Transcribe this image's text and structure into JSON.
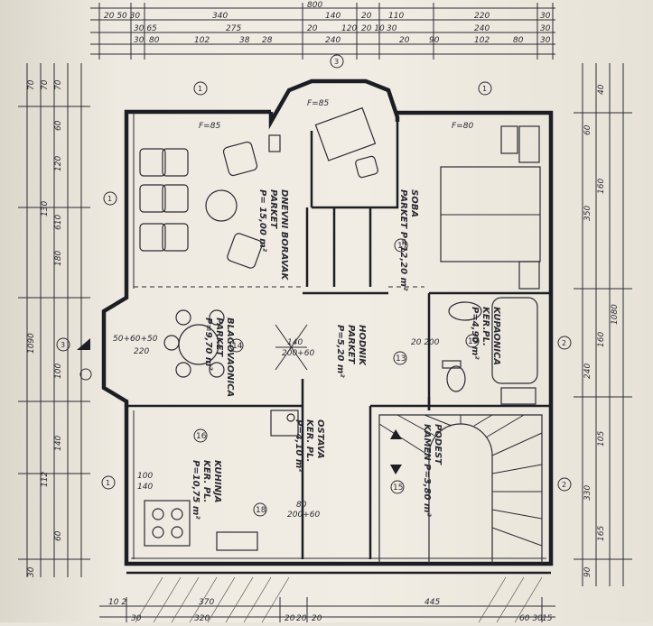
{
  "dims": {
    "top": [
      "800",
      "20 50 30",
      "340",
      "140",
      "20",
      "110",
      "220",
      "30",
      "30 65",
      "275",
      "20",
      "120",
      "20 10",
      "30",
      "240",
      "30",
      "30",
      "80",
      "102",
      "38",
      "28",
      "240",
      "20",
      "90",
      "102",
      "80",
      "30"
    ],
    "left": [
      "70",
      "70",
      "70",
      "60",
      "120",
      "130",
      "610",
      "180",
      "1090",
      "100",
      "140",
      "112",
      "60",
      "30"
    ],
    "right": [
      "40",
      "60",
      "160",
      "350",
      "1080",
      "160",
      "240",
      "105",
      "330",
      "165",
      "90"
    ],
    "bottom": [
      "10 2",
      "370",
      "445",
      "30",
      "320",
      "20",
      "20",
      "20",
      "60 30",
      "15"
    ]
  },
  "axes": [
    "1",
    "3",
    "1",
    "1",
    "3",
    "2",
    "1",
    "2"
  ],
  "rooms": {
    "living": {
      "name": "DNEVNI BORAVAK",
      "floor": "PARKET",
      "area": "P= 15,00 m²"
    },
    "bedroom": {
      "name": "SOBA",
      "floor": "PARKET P=12,20 m²"
    },
    "dining": {
      "name": "BLAGOVAONICA",
      "floor": "PARKET",
      "area": "P=9,70 m²"
    },
    "hall": {
      "name": "HODNIK",
      "floor": "PARKET",
      "area": "P=5,20 m²"
    },
    "bathroom": {
      "name": "KUPAONICA",
      "floor": "KER.PL.",
      "area": "P=4,90 m²"
    },
    "kitchen": {
      "name": "KUHINJA",
      "floor": "KER. PL.",
      "area": "P=10,75 m²"
    },
    "pantry": {
      "name": "OSTAVA",
      "floor": "KER. PL.",
      "area": "P=4,10 m²"
    },
    "stairs": {
      "name": "PODEST",
      "floor": "KAMEN P=3,80 m²"
    }
  },
  "room_numbers": [
    "17",
    "14",
    "13",
    "19",
    "16",
    "18",
    "15"
  ],
  "notes": [
    "F=85",
    "F=85",
    "F=80",
    "140",
    "200+60",
    "50+60+50",
    "220",
    "100",
    "140",
    "80",
    "200+60",
    "20 200"
  ]
}
